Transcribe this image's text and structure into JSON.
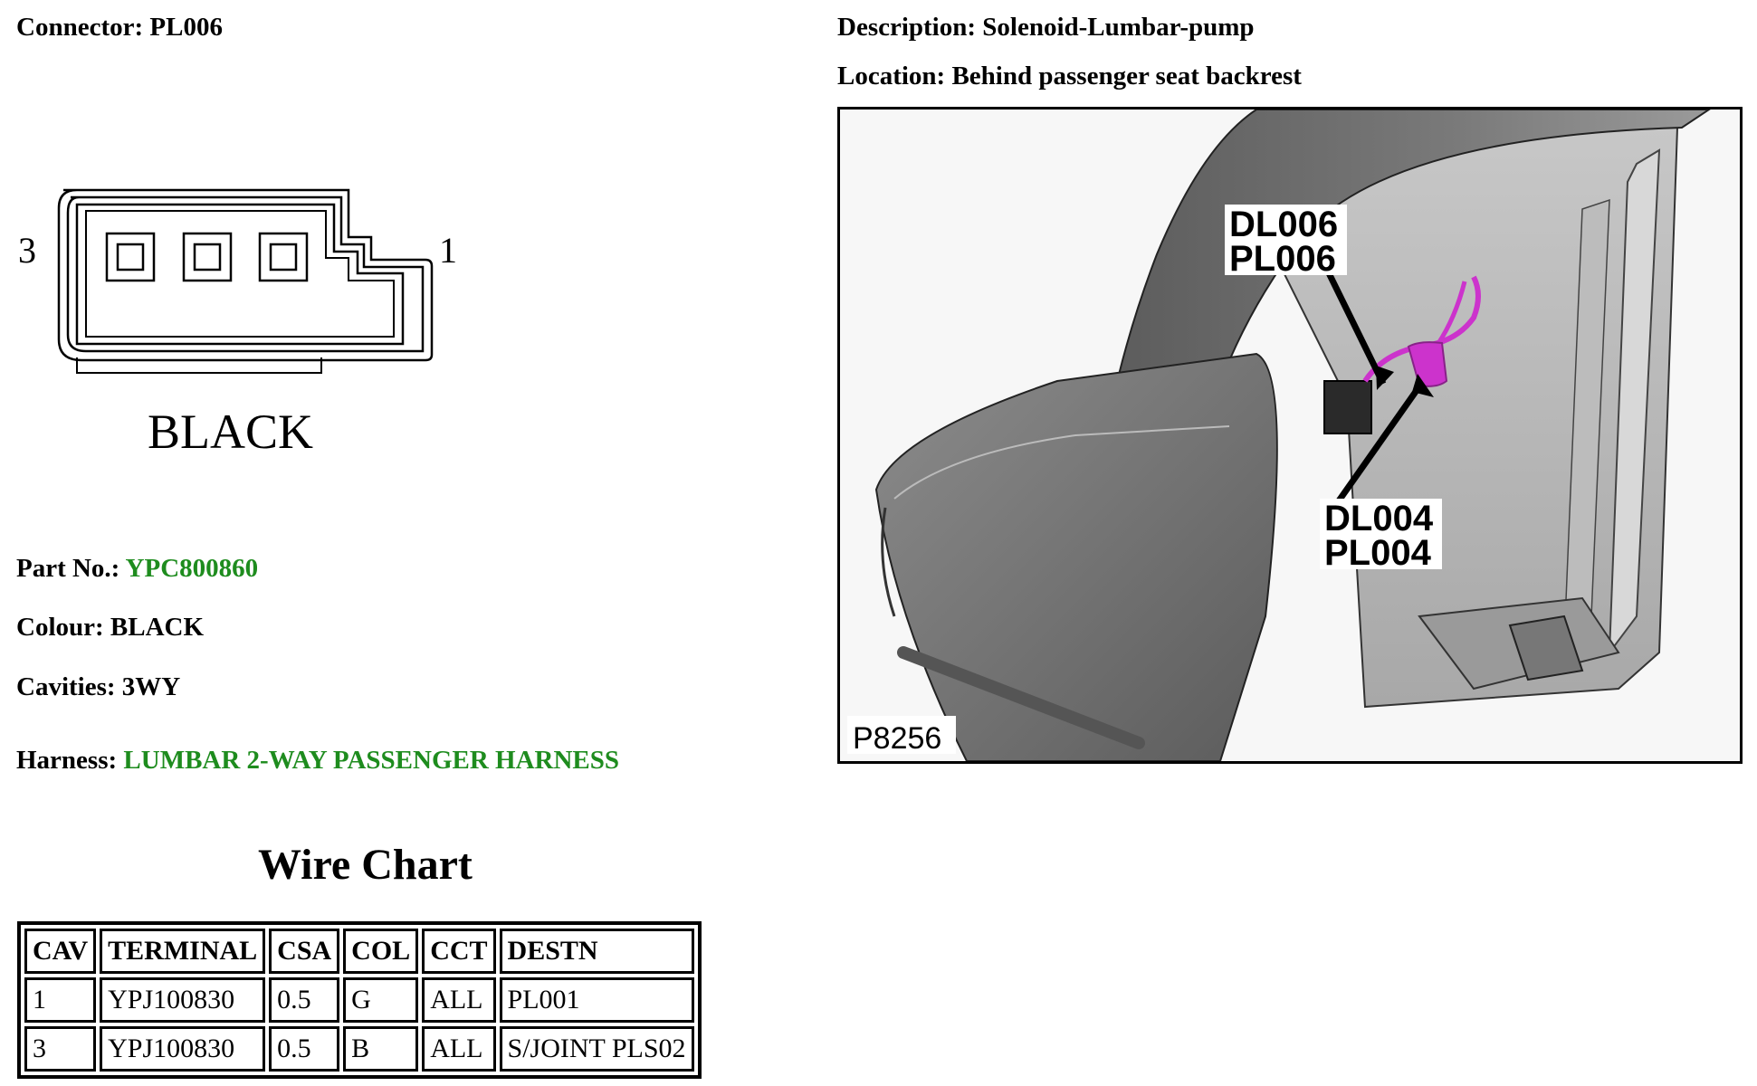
{
  "connector": {
    "label": "Connector:",
    "value": "PL006"
  },
  "description": {
    "label": "Description:",
    "value": "Solenoid-Lumbar-pump"
  },
  "location": {
    "label": "Location:",
    "value": "Behind passenger seat backrest"
  },
  "diagram": {
    "pin_left": "3",
    "pin_right": "1",
    "colour_label": "BLACK"
  },
  "part_no": {
    "label": "Part No.:",
    "value": "YPC800860"
  },
  "colour": {
    "label": "Colour:",
    "value": "BLACK"
  },
  "cavities": {
    "label": "Cavities:",
    "value": "3WY"
  },
  "harness": {
    "label": "Harness:",
    "value": "LUMBAR 2-WAY PASSENGER HARNESS"
  },
  "wire_chart": {
    "title": "Wire Chart",
    "headers": [
      "CAV",
      "TERMINAL",
      "CSA",
      "COL",
      "CCT",
      "DESTN"
    ],
    "rows": [
      [
        "1",
        "YPJ100830",
        "0.5",
        "G",
        "ALL",
        "PL001"
      ],
      [
        "3",
        "YPJ100830",
        "0.5",
        "B",
        "ALL",
        "S/JOINT PLS02"
      ]
    ]
  },
  "figure": {
    "callout_top_1": "DL006",
    "callout_top_2": "PL006",
    "callout_bottom_1": "DL004",
    "callout_bottom_2": "PL004",
    "figure_id": "P8256"
  },
  "colors": {
    "link_green": "#1e8c1e",
    "wire_magenta": "#cc33cc"
  }
}
